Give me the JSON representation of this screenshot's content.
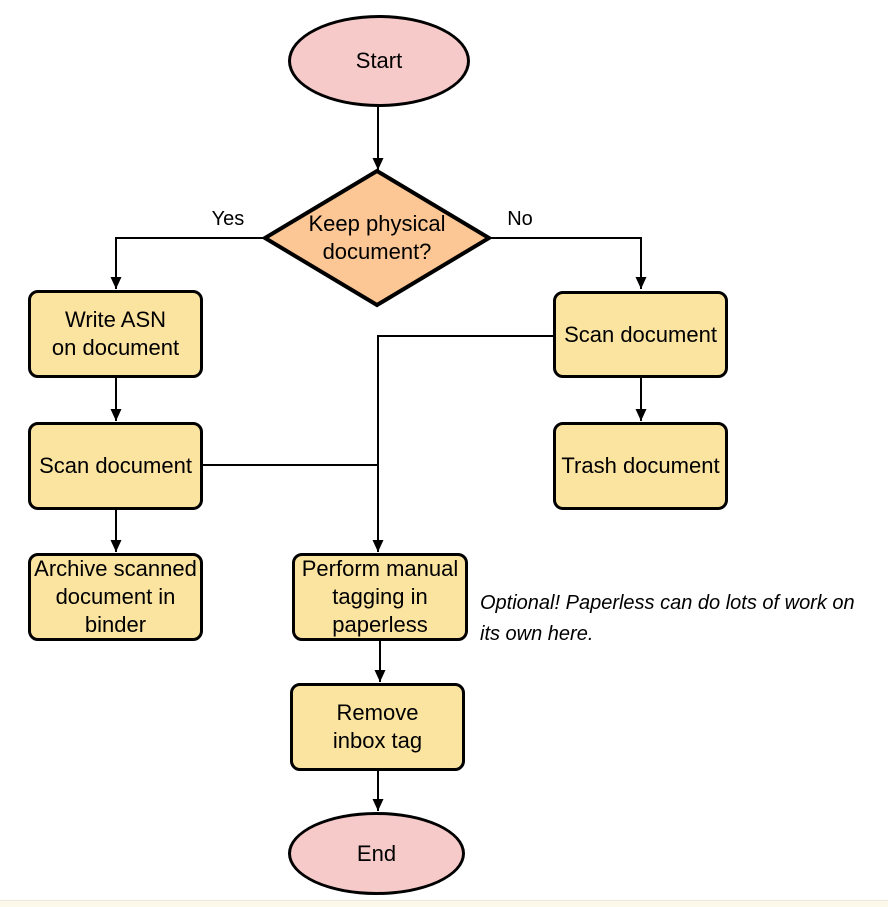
{
  "diagram": {
    "colors": {
      "terminal_fill": "#f7caca",
      "decision_fill": "#fcc795",
      "process_fill": "#fbe3a0",
      "stroke": "#000000",
      "background": "#ffffff",
      "footer_strip": "#fcf8ea"
    },
    "nodes": {
      "start": {
        "type": "terminator",
        "label": "Start"
      },
      "decision": {
        "type": "decision",
        "lines": [
          "Keep physical",
          "document?"
        ]
      },
      "write_asn": {
        "type": "process",
        "lines": [
          "Write ASN",
          "on document"
        ]
      },
      "scan_left": {
        "type": "process",
        "label": "Scan document"
      },
      "archive": {
        "type": "process",
        "lines": [
          "Archive scanned",
          "document in",
          "binder"
        ]
      },
      "scan_right": {
        "type": "process",
        "label": "Scan document"
      },
      "trash": {
        "type": "process",
        "label": "Trash document"
      },
      "tagging": {
        "type": "process",
        "lines": [
          "Perform manual",
          "tagging in",
          "paperless"
        ]
      },
      "remove_inbox": {
        "type": "process",
        "lines": [
          "Remove",
          "inbox tag"
        ]
      },
      "end": {
        "type": "terminator",
        "label": "End"
      }
    },
    "edge_labels": {
      "yes": "Yes",
      "no": "No"
    },
    "annotation": {
      "lines": [
        "Optional! Paperless can do lots of work on",
        "its own here."
      ]
    }
  }
}
